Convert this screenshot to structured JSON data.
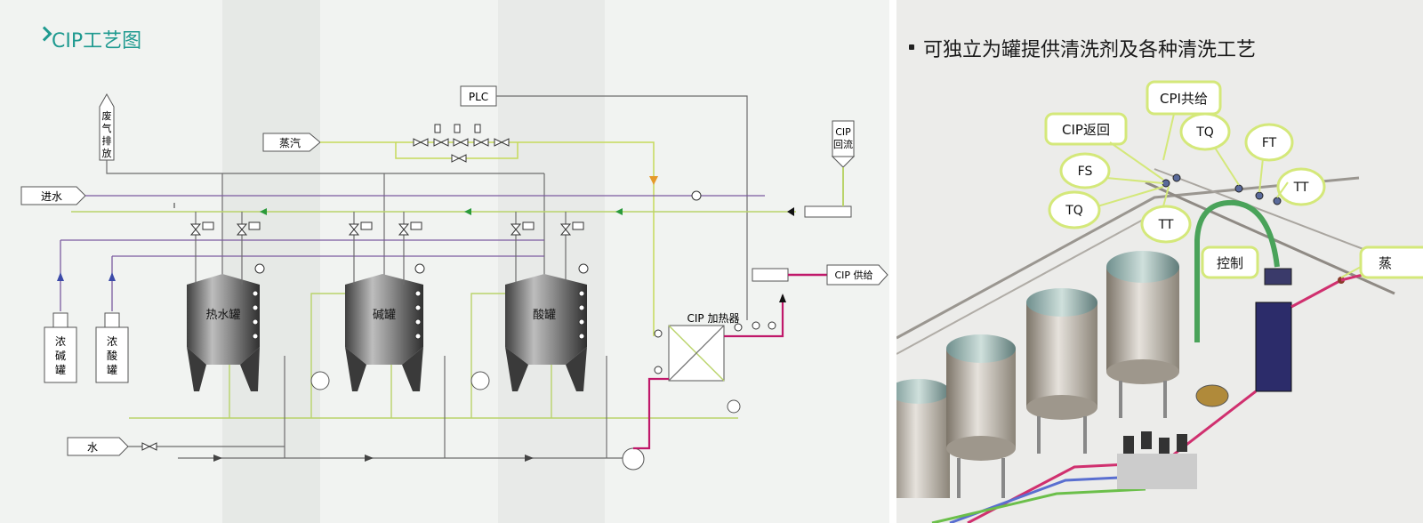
{
  "left": {
    "title": "CIP工艺图",
    "labels": {
      "plc": "PLC",
      "steam": "蒸汽",
      "exhaust": [
        "废",
        "气",
        "排",
        "放"
      ],
      "water_in": "进水",
      "water": "水",
      "cip_return": [
        "CIP",
        "回流"
      ],
      "cip_supply": "CIP  供给",
      "heater": "CIP   加热器",
      "conc_alkali": [
        "浓",
        "碱",
        "罐"
      ],
      "conc_acid": [
        "浓",
        "酸",
        "罐"
      ],
      "tank_hot": "热水罐",
      "tank_alkali": "碱罐",
      "tank_acid": "酸罐"
    },
    "colors": {
      "green_line": "#b9d36a",
      "purple_line": "#7b5aa0",
      "grey_line": "#6d6d6d",
      "magenta_line": "#c0186a",
      "arrow_green": "#2b9a3a"
    }
  },
  "right": {
    "title": "可独立为罐提供清洗剂及各种清洗工艺",
    "callouts": {
      "cpi_supply": "CPI共给",
      "cip_return": "CIP返回",
      "tq1": "TQ",
      "ft": "FT",
      "tt1": "TT",
      "fs": "FS",
      "tq2": "TQ",
      "tt2": "TT",
      "control": "控制",
      "steam_partial": "蒸"
    },
    "colors": {
      "green_pipe": "#4aa35a",
      "magenta_pipe": "#d0306f",
      "callout_border": "#d4e87a"
    }
  }
}
